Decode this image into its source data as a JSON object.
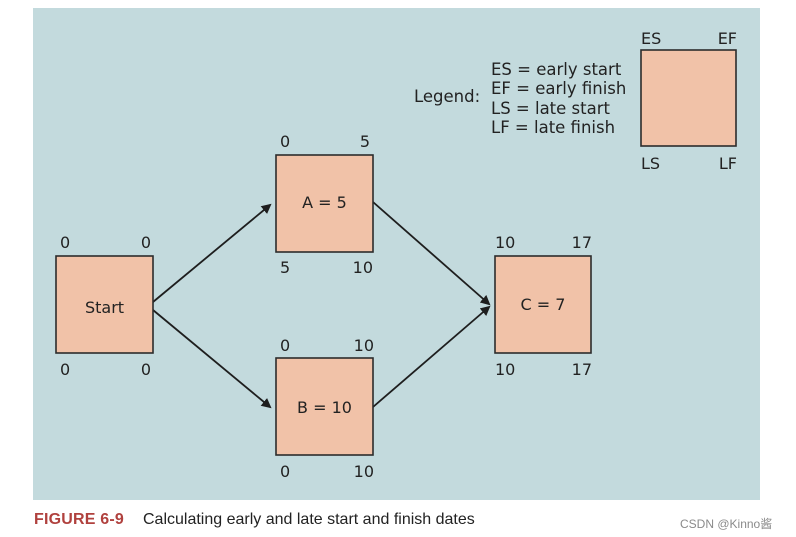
{
  "legend": {
    "title": "Legend:",
    "lines": [
      "ES = early start",
      "EF = early finish",
      "LS = late start",
      "LF = late finish"
    ],
    "key": {
      "es": "ES",
      "ef": "EF",
      "ls": "LS",
      "lf": "LF"
    }
  },
  "nodes": {
    "start": {
      "label": "Start",
      "es": "0",
      "ef": "0",
      "ls": "0",
      "lf": "0"
    },
    "a": {
      "label": "A = 5",
      "es": "0",
      "ef": "5",
      "ls": "5",
      "lf": "10"
    },
    "b": {
      "label": "B = 10",
      "es": "0",
      "ef": "10",
      "ls": "0",
      "lf": "10"
    },
    "c": {
      "label": "C = 7",
      "es": "10",
      "ef": "17",
      "ls": "10",
      "lf": "17"
    }
  },
  "caption": {
    "figure": "FIGURE 6-9",
    "text": "Calculating early and late start and finish dates"
  },
  "watermark": "CSDN @Kinno酱",
  "colors": {
    "background": "#c3dadd",
    "box_fill": "#f1c2a8",
    "caption_accent": "#b0413e"
  }
}
